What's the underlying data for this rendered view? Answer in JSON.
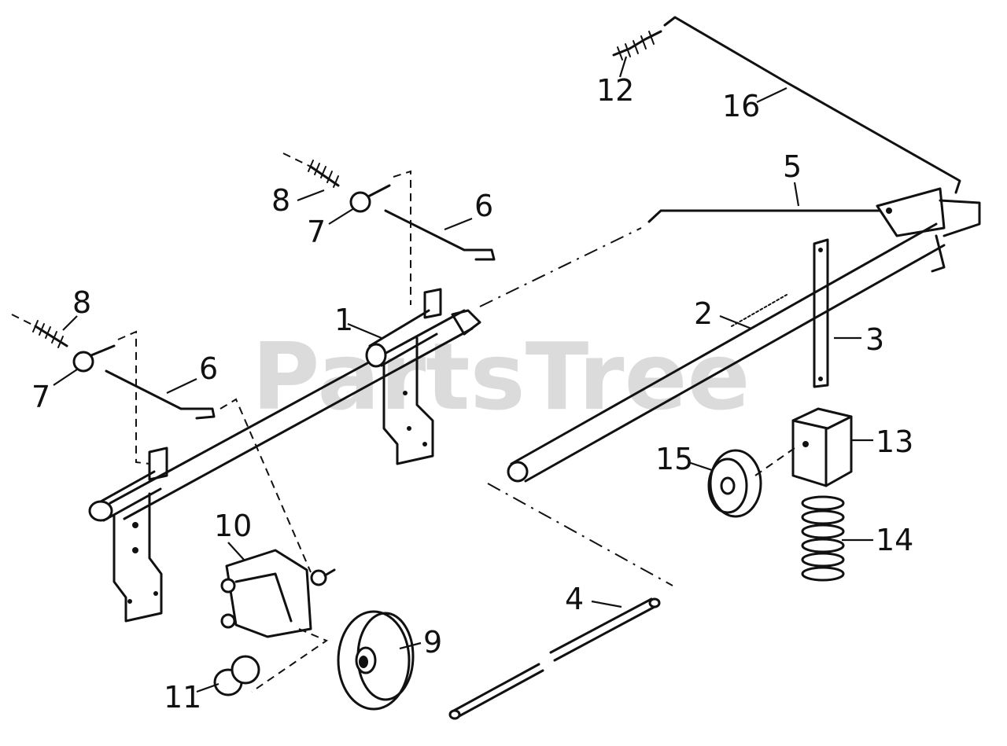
{
  "watermark": "PartsTree",
  "callouts": [
    "1",
    "2",
    "3",
    "4",
    "5",
    "6",
    "6",
    "7",
    "7",
    "8",
    "8",
    "9",
    "10",
    "11",
    "12",
    "13",
    "14",
    "15",
    "16"
  ]
}
